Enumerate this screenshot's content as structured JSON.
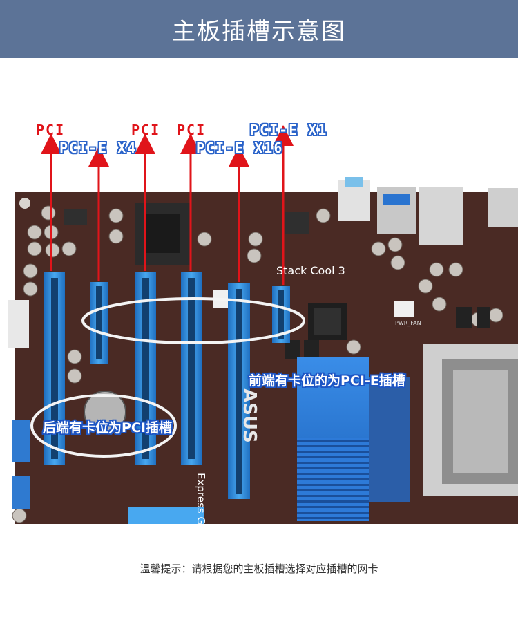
{
  "header": {
    "title": "主板插槽示意图"
  },
  "slot_labels": {
    "pci_1": "PCI",
    "pcie_x4": "PCI-E X4",
    "pci_2": "PCI",
    "pci_3": "PCI",
    "pcie_x16": "PCI-E X16",
    "pcie_x1": "PCI-E X1"
  },
  "board_text": {
    "stack_cool": "Stack Cool 3",
    "express_gate": "Express Gate",
    "brand": "ASUS"
  },
  "callouts": {
    "front_notch": "前端有卡位的为PCI-E插槽",
    "rear_notch": "后端有卡位为PCI插槽"
  },
  "footer": {
    "tip": "温馨提示：请根据您的主板插槽选择对应插槽的网卡"
  },
  "colors": {
    "header_bg": "#5c7397",
    "board": "#4a2a24",
    "slot_blue": "#2f8fe0",
    "arrow_red": "#e0141a",
    "label_blue": "#2a63c9"
  }
}
